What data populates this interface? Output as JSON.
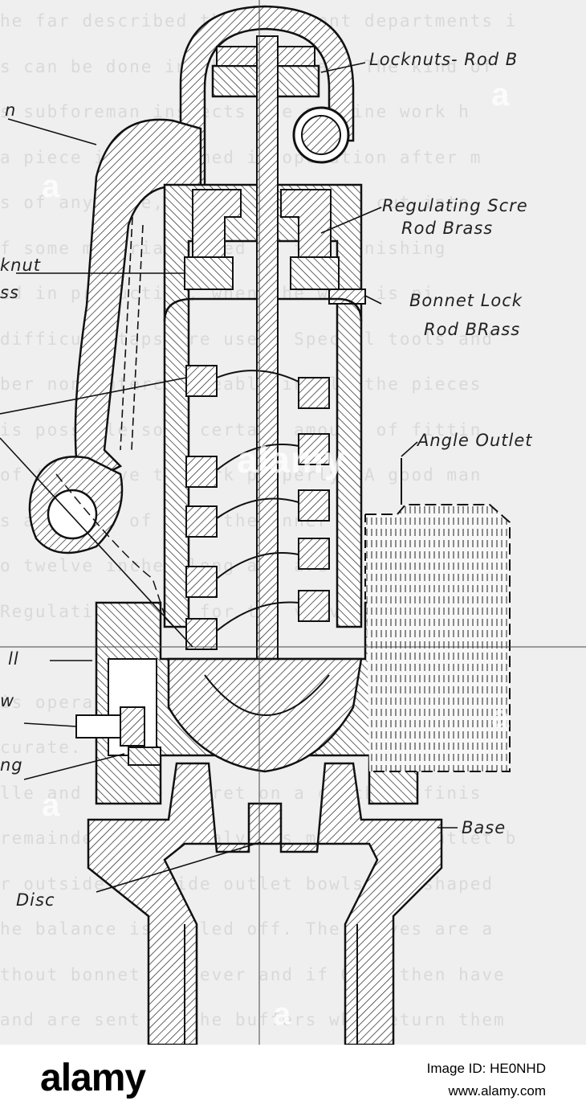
{
  "background_text": [
    "he far described the different departments i",
    "s can be done in the same way. The kind of",
    "s subforeman inspects the machine work h",
    "a piece is performed in operation after m",
    "s of any size, any number being cut into",
    "f some materials used in the finishing",
    "ed in production, when the work is pi",
    "difficult taps are used. Special tools and",
    "ber non-interchangeable in all the pieces",
    "is possible some certain amount of fittin",
    "of the valve to work properly. A good man",
    "s are made of rod, the inner ones are made",
    "o twelve inches long and are parted out of",
    "Regulating rings for the valve are cut f",
    "",
    "is operation the pieces are made of bar s",
    "curate. The discs, nozzles and seat rings",
    "lle and in the turret on a chuck in finis",
    "remainder of the valve is made. The outlet b",
    "r outside and side outlet bowls are shaped",
    "he balance is milled off. The valves are a",
    "thout bonnet or lever and if O.K. then have",
    "and are sent to the buffers who return them"
  ],
  "labels": {
    "locknuts": "Locknuts- Rod B",
    "handle": "n",
    "regulating_screw": "Regulating Scre",
    "regulating_screw_material": "Rod Brass",
    "locknut": "knut",
    "locknut_material": "ss",
    "bonnet_lock": "Bonnet Lock",
    "bonnet_lock_material": "Rod BRass",
    "angle_outlet": "Angle Outlet",
    "bowl": "ll",
    "screw": "w",
    "ring": "ng",
    "base": "Base",
    "disc": "Disc"
  },
  "watermarks": [
    "alamy",
    "a",
    "a",
    "a",
    "a",
    "a"
  ],
  "footer": {
    "logo": "alamy",
    "image_id": "Image ID: HE0NHD",
    "site": "www.alamy.com"
  }
}
